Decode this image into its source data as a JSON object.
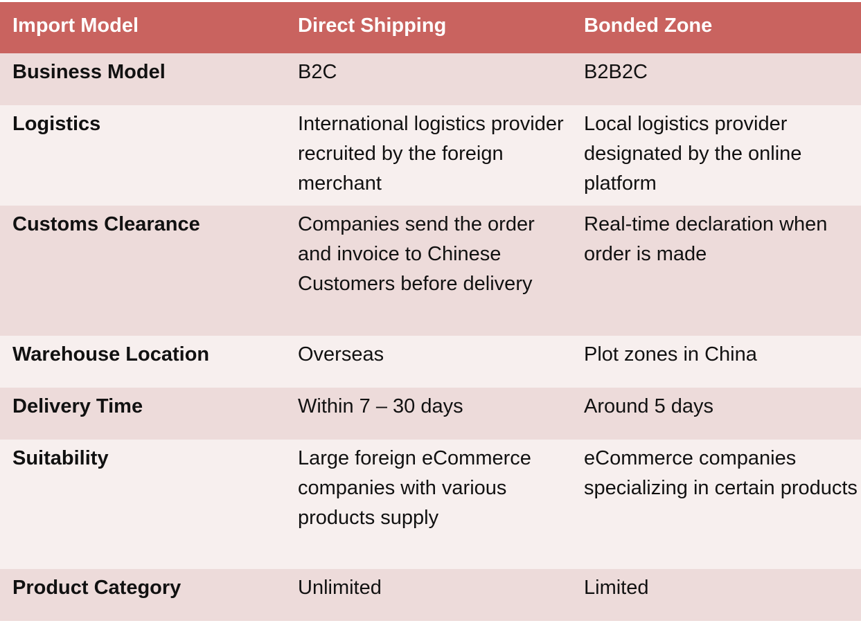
{
  "header": [
    "Import Model",
    "Direct Shipping",
    "Bonded Zone"
  ],
  "rows": [
    [
      "Business Model",
      "B2C",
      "B2B2C"
    ],
    [
      "Logistics",
      "International logistics provider recruited by the foreign merchant",
      "Local logistics provider designated by the online platform"
    ],
    [
      "Customs Clearance",
      "Companies send the order and invoice to Chinese Customers before delivery",
      "Real-time declaration when order is made"
    ],
    [
      "Warehouse Location",
      "Overseas",
      "Plot zones in China"
    ],
    [
      "Delivery Time",
      "Within 7 – 30 days",
      "Around 5 days"
    ],
    [
      "Suitability",
      "Large foreign eCommerce companies with various products supply",
      "eCommerce companies specializing in certain products"
    ],
    [
      "Product Category",
      "Unlimited",
      "Limited"
    ]
  ],
  "colors": {
    "header": "#C9635F",
    "row_odd": "#EDDBDA",
    "row_even": "#F7EFEE"
  }
}
